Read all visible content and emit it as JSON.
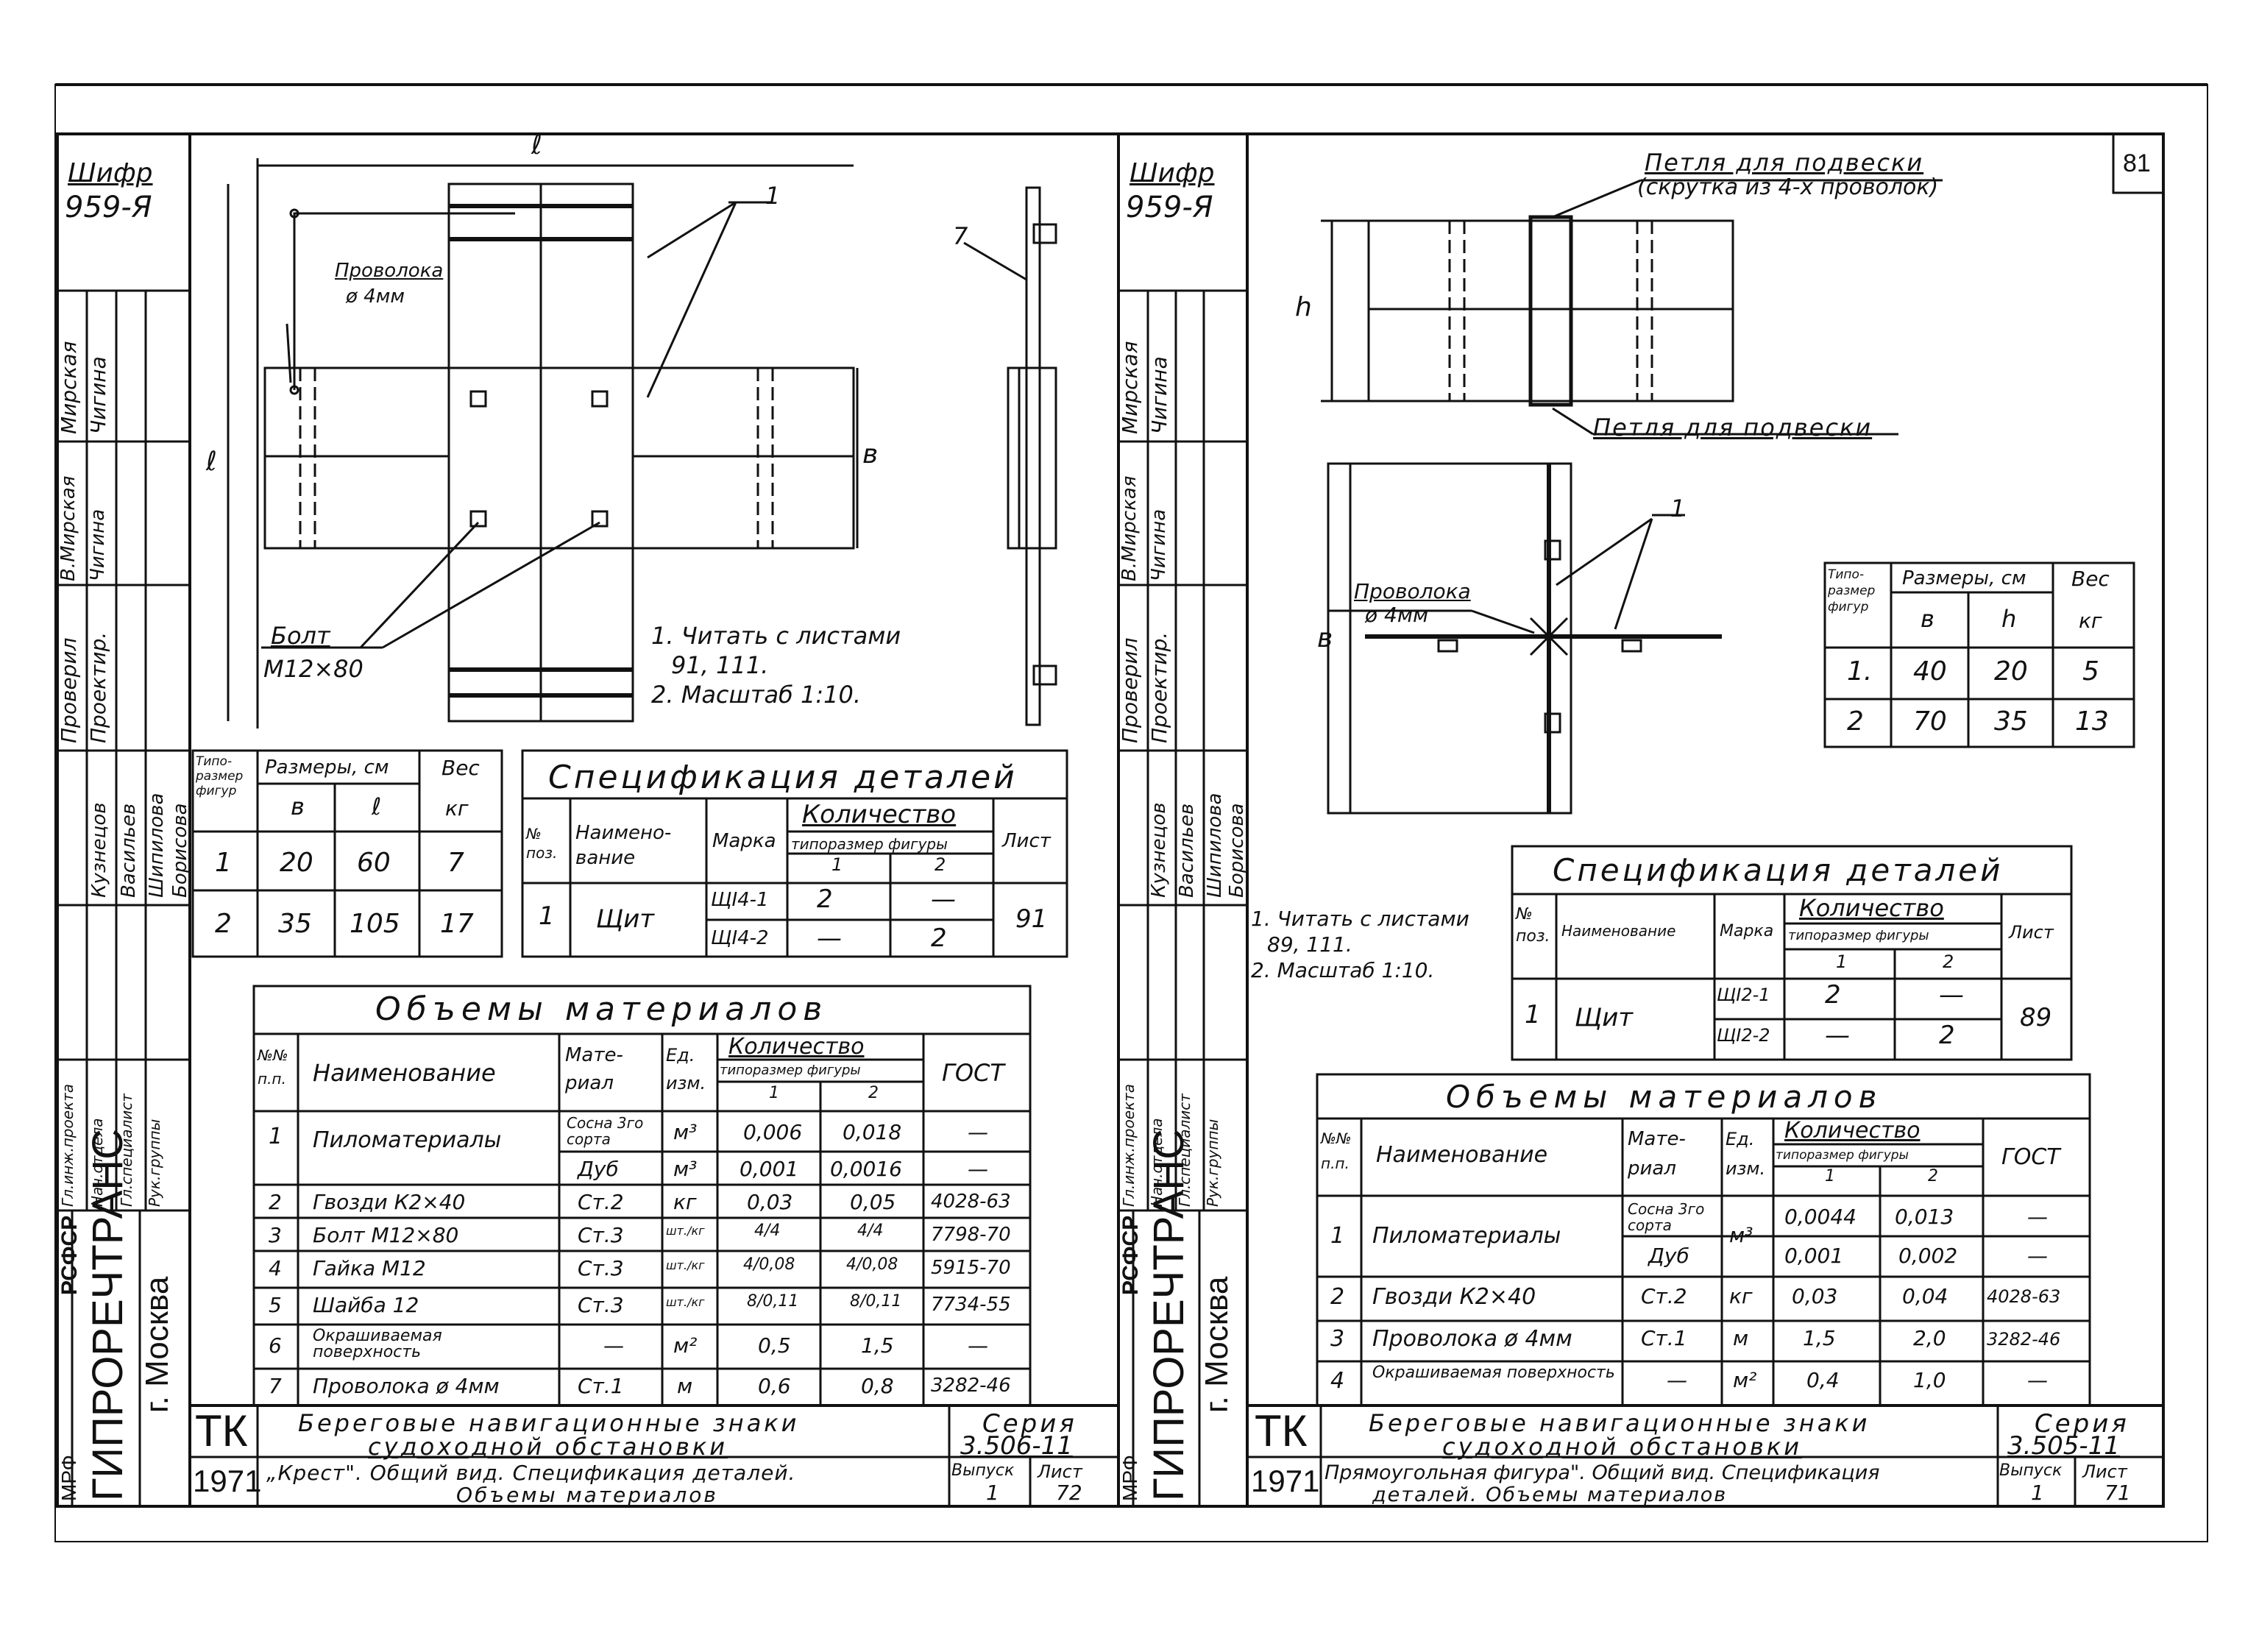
{
  "page_number": "81",
  "left_sheet": {
    "cipher_label": "Шифр",
    "cipher_value": "959-Я",
    "wire_label": "Проволока",
    "wire_dia": "ø 4мм",
    "bolt_label": "Болт",
    "bolt_size": "М12×80",
    "callout_1": "1",
    "callout_7": "7",
    "dim_l": "ℓ",
    "dim_b": "в",
    "notes": [
      "1. Читать с листами",
      "91, 111.",
      "2. Масштаб 1:10."
    ],
    "side_names": {
      "a": "Мирская",
      "b": "Чигина",
      "c": "В.Мирская",
      "d": "Чигина",
      "r1": "Проверил",
      "r2": "Проектир.",
      "p1": "Кузнецов",
      "p2": "Васильев",
      "p3": "Шипилова",
      "p4": "Борисова",
      "q1": "Гл.инж.проекта",
      "q2": "Нач.отдела",
      "q3": "Гл.специалист",
      "q4": "Рук.группы"
    },
    "org": [
      "МРФ",
      "РСФСР",
      "ГИПРОРЕЧТРАНС",
      "г. Москва"
    ],
    "sizes_table": {
      "headers": [
        "Типо-размер фигур",
        "Размеры, см",
        "Вес"
      ],
      "sub_headers": [
        "в",
        "ℓ",
        "кг"
      ],
      "rows": [
        [
          "1",
          "20",
          "60",
          "7"
        ],
        [
          "2",
          "35",
          "105",
          "17"
        ]
      ]
    },
    "spec": {
      "title": "Спецификация деталей",
      "headers": [
        "№ поз.",
        "Наимено-вание",
        "Марка",
        "Количество",
        "типоразмер фигуры",
        "Лист"
      ],
      "fig_cols": [
        "1",
        "2"
      ],
      "pos": "1",
      "name": "Щит",
      "rows": [
        [
          "ЩI4-1",
          "2",
          "—"
        ],
        [
          "ЩI4-2",
          "—",
          "2"
        ]
      ],
      "sheet": "91"
    },
    "materials": {
      "title": "Объемы материалов",
      "headers": [
        "№№ п.п.",
        "Наименование",
        "Мате-риал",
        "Ед. изм.",
        "Количество",
        "типоразмер фигуры",
        "ГОСТ"
      ],
      "fig_cols": [
        "1",
        "2"
      ],
      "rows": [
        [
          "1",
          "Пиломатериалы",
          "Сосна 3го сорта",
          "м³",
          "0,006",
          "0,018",
          "—"
        ],
        [
          "",
          "",
          "Дуб",
          "м³",
          "0,001",
          "0,0016",
          "—"
        ],
        [
          "2",
          "Гвозди К2×40",
          "Ст.2",
          "кг",
          "0,03",
          "0,05",
          "4028-63"
        ],
        [
          "3",
          "Болт М12×80",
          "Ст.3",
          "шт./кг",
          "4/4",
          "4/4",
          "7798-70"
        ],
        [
          "4",
          "Гайка М12",
          "Ст.3",
          "шт./кг",
          "4/0,08",
          "4/0,08",
          "5915-70"
        ],
        [
          "5",
          "Шайба 12",
          "Ст.3",
          "шт./кг",
          "8/0,11",
          "8/0,11",
          "7734-55"
        ],
        [
          "6",
          "Окрашиваемая поверхность",
          "—",
          "м²",
          "0,5",
          "1,5",
          "—"
        ],
        [
          "7",
          "Проволока ø 4мм",
          "Ст.1",
          "м",
          "0,6",
          "0,8",
          "3282-46"
        ]
      ]
    },
    "title_block": {
      "tk": "ТК",
      "year": "1971",
      "title": [
        "Береговые навигационные знаки",
        "судоходной обстановки"
      ],
      "sheet_title": [
        "„Крест\". Общий вид. Спецификация деталей.",
        "Объемы материалов"
      ],
      "series_label": "Серия",
      "series": "3.506-11",
      "issue_label": "Выпуск",
      "issue": "1",
      "sheet_label": "Лист",
      "sheet": "72"
    }
  },
  "right_sheet": {
    "cipher_label": "Шифр",
    "cipher_value": "959-Я",
    "loop_label": [
      "Петля для подвески",
      "(скрутка из 4-х проволок)"
    ],
    "loop_label2": "Петля для подвески",
    "wire_label": "Проволока",
    "wire_dia": "ø 4мм",
    "callout_1": "1",
    "dim_h": "h",
    "dim_b": "в",
    "notes": [
      "1. Читать с листами",
      "89, 111.",
      "2. Масштаб 1:10."
    ],
    "sizes_table": {
      "headers": [
        "Типо-размер фигур",
        "Размеры, см",
        "Вес"
      ],
      "sub_headers": [
        "в",
        "h",
        "кг"
      ],
      "rows": [
        [
          "1.",
          "40",
          "20",
          "5"
        ],
        [
          "2",
          "70",
          "35",
          "13"
        ]
      ]
    },
    "spec": {
      "title": "Спецификация деталей",
      "headers": [
        "№ поз.",
        "Наименование",
        "Марка",
        "Количество",
        "типоразмер фигуры",
        "Лист"
      ],
      "fig_cols": [
        "1",
        "2"
      ],
      "pos": "1",
      "name": "Щит",
      "rows": [
        [
          "ЩI2-1",
          "2",
          "—"
        ],
        [
          "ЩI2-2",
          "—",
          "2"
        ]
      ],
      "sheet": "89"
    },
    "materials": {
      "title": "Объемы материалов",
      "headers": [
        "№№ п.п.",
        "Наименование",
        "Мате-риал",
        "Ед. изм.",
        "Количество",
        "типоразмер фигуры",
        "ГОСТ"
      ],
      "fig_cols": [
        "1",
        "2"
      ],
      "rows": [
        [
          "1",
          "Пиломатериалы",
          "Сосна 3го сорта",
          "м³",
          "0,0044",
          "0,013",
          "—"
        ],
        [
          "",
          "",
          "Дуб",
          "",
          "0,001",
          "0,002",
          "—"
        ],
        [
          "2",
          "Гвозди К2×40",
          "Ст.2",
          "кг",
          "0,03",
          "0,04",
          "4028-63"
        ],
        [
          "3",
          "Проволока ø 4мм",
          "Ст.1",
          "м",
          "1,5",
          "2,0",
          "3282-46"
        ],
        [
          "4",
          "Окрашиваемая поверхность",
          "—",
          "м²",
          "0,4",
          "1,0",
          "—"
        ]
      ]
    },
    "title_block": {
      "tk": "ТК",
      "year": "1971",
      "title": [
        "Береговые навигационные знаки",
        "судоходной обстановки"
      ],
      "sheet_title": [
        "Прямоугольная фигура\". Общий вид. Спецификация",
        "деталей. Объемы материалов"
      ],
      "series_label": "Серия",
      "series": "3.505-11",
      "issue_label": "Выпуск",
      "issue": "1",
      "sheet_label": "Лист",
      "sheet": "71"
    }
  }
}
